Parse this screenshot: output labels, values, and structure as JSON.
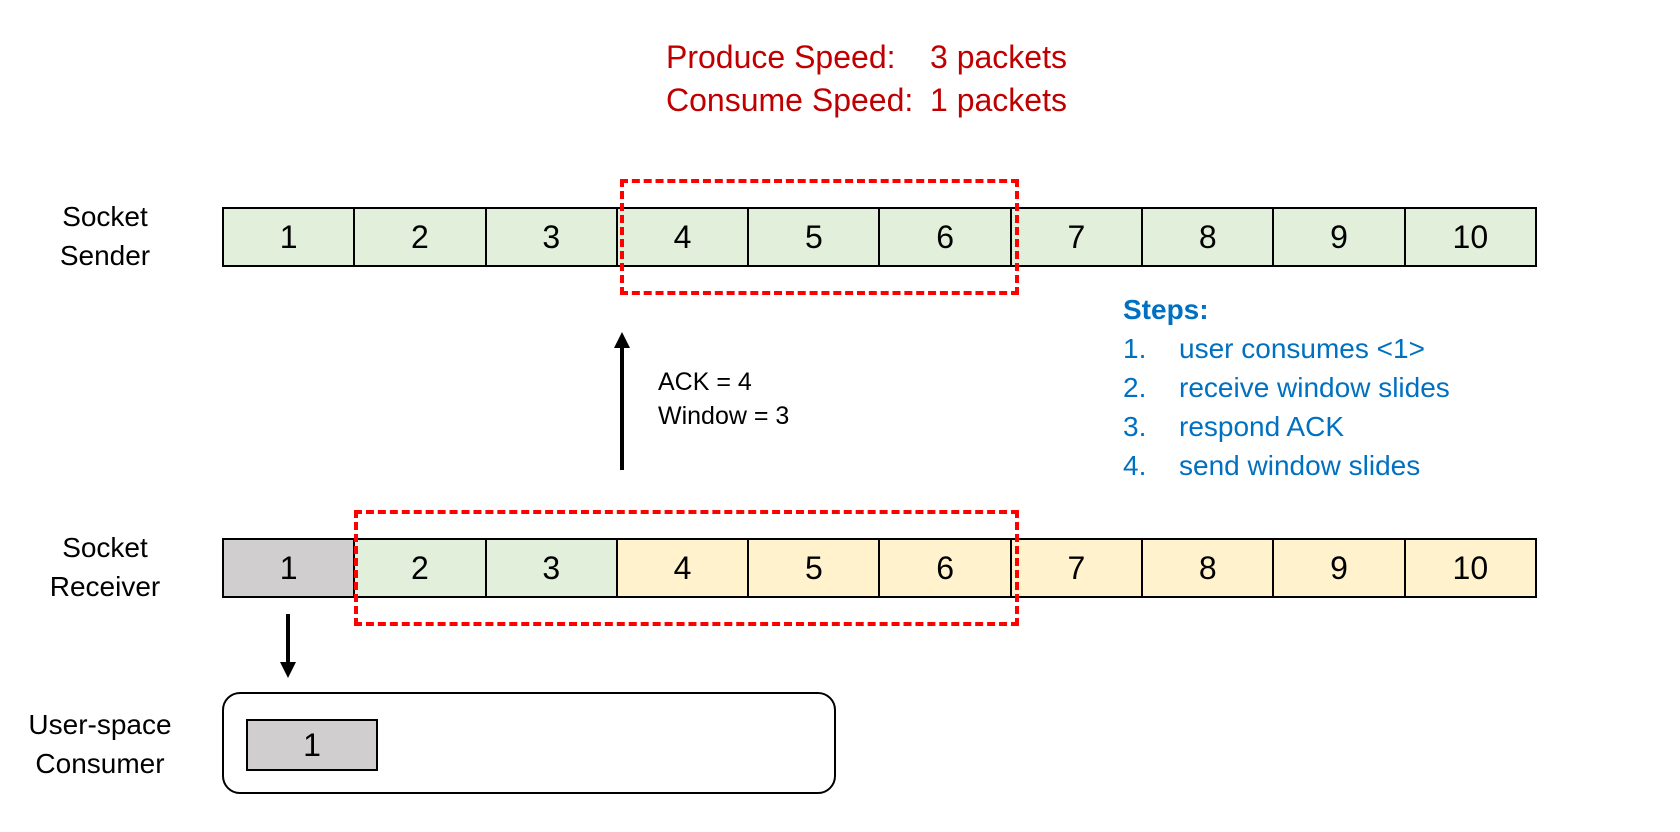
{
  "header": {
    "produce_label": "Produce Speed:",
    "produce_value": "3 packets",
    "consume_label": "Consume Speed:",
    "consume_value": "1 packets"
  },
  "sender": {
    "label_line1": "Socket",
    "label_line2": "Sender",
    "packets": [
      "1",
      "2",
      "3",
      "4",
      "5",
      "6",
      "7",
      "8",
      "9",
      "10"
    ],
    "packet_states": [
      "green",
      "green",
      "green",
      "green",
      "green",
      "green",
      "green",
      "green",
      "green",
      "green"
    ]
  },
  "receiver": {
    "label_line1": "Socket",
    "label_line2": "Receiver",
    "packets": [
      "1",
      "2",
      "3",
      "4",
      "5",
      "6",
      "7",
      "8",
      "9",
      "10"
    ],
    "packet_states": [
      "gray",
      "green",
      "green",
      "yellow",
      "yellow",
      "yellow",
      "yellow",
      "yellow",
      "yellow",
      "yellow"
    ]
  },
  "ack_message": {
    "line1": "ACK = 4",
    "line2": "Window = 3"
  },
  "steps": {
    "title": "Steps:",
    "items": [
      {
        "num": "1.",
        "text": "user consumes <1>"
      },
      {
        "num": "2.",
        "text": "receive window slides"
      },
      {
        "num": "3.",
        "text": "respond ACK"
      },
      {
        "num": "4.",
        "text": "send window slides"
      }
    ]
  },
  "consumer": {
    "label_line1": "User-space",
    "label_line2": "Consumer",
    "packet": "1"
  },
  "colors": {
    "green": "#e2efda",
    "yellow": "#fff2cc",
    "gray": "#d0cece",
    "window_border": "#ff0000",
    "header_text": "#c00000",
    "steps_text": "#0070c0"
  }
}
